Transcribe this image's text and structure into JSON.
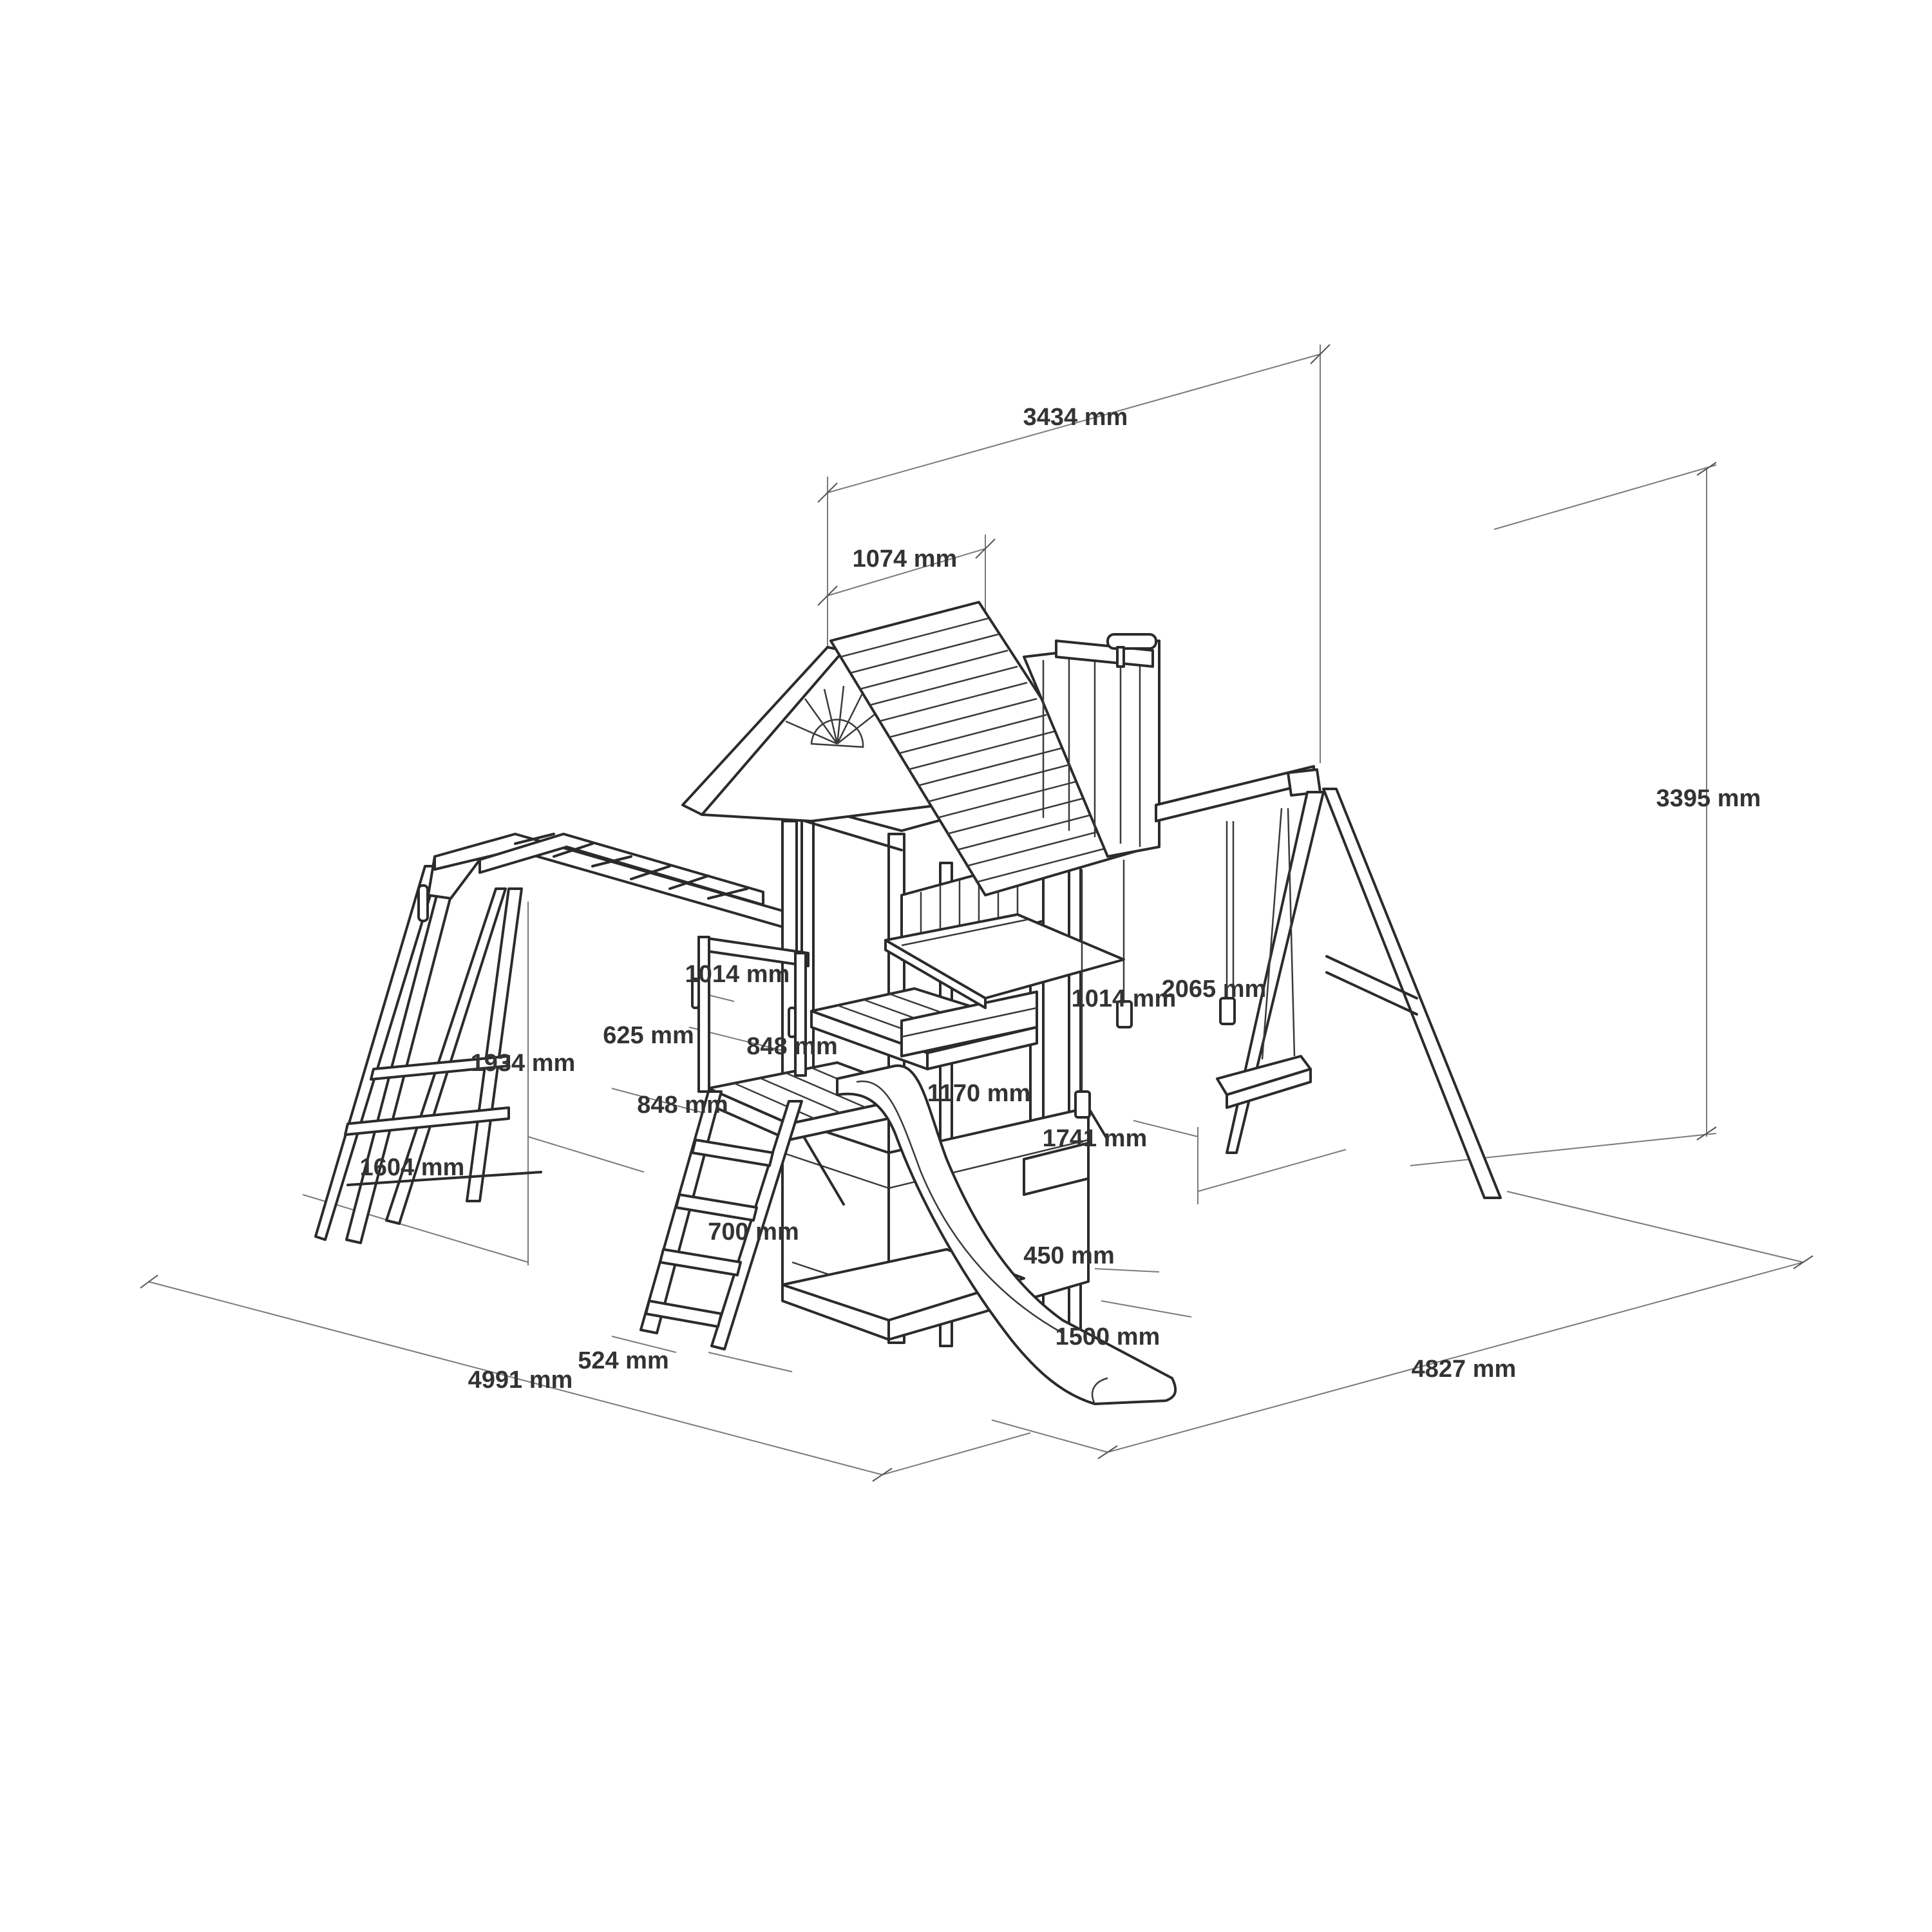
{
  "dimensions": {
    "overall_width": "4991 mm",
    "overall_depth": "4827 mm",
    "overall_height": "3395 mm",
    "roof_span": "3434 mm",
    "roof_depth": "1074 mm",
    "monkey_bar_height": "1934 mm",
    "monkey_bar_base": "1604 mm",
    "upper_deck_width": "1014 mm",
    "upper_deck_depth": "1014 mm",
    "deck_side": "625 mm",
    "deck_front": "848 mm",
    "deck_depth": "848 mm",
    "lower_deck_height": "1170 mm",
    "sandbox_height": "1741 mm",
    "swing_beam": "2065 mm",
    "ladder_height": "700 mm",
    "ladder_base": "524 mm",
    "slide_width": "450 mm",
    "slide_length": "1500 mm"
  }
}
